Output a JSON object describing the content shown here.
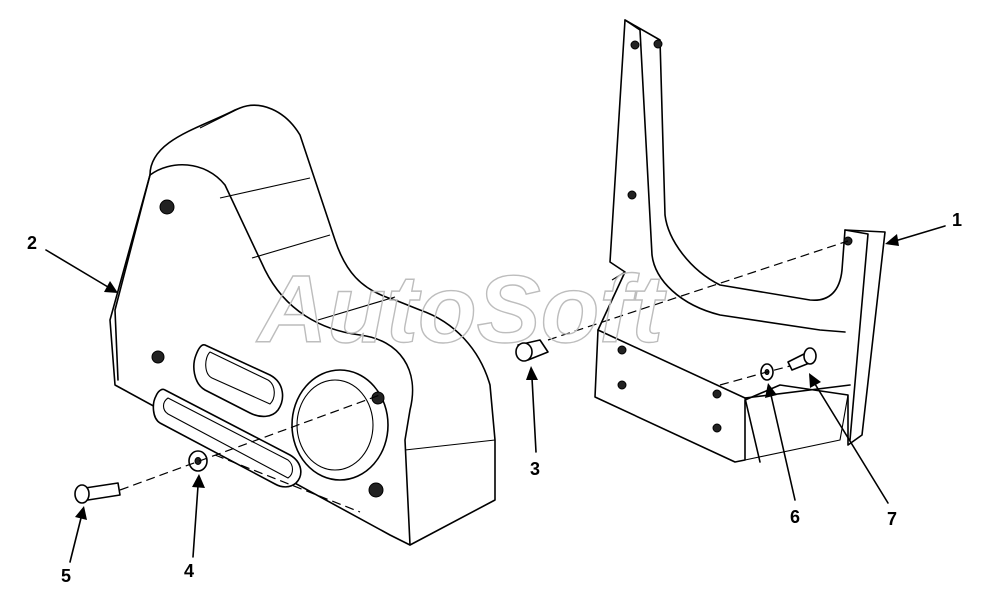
{
  "watermark": "AutoSoft",
  "callouts": [
    {
      "id": "1",
      "label": "1"
    },
    {
      "id": "2",
      "label": "2"
    },
    {
      "id": "3",
      "label": "3"
    },
    {
      "id": "4",
      "label": "4"
    },
    {
      "id": "5",
      "label": "5"
    },
    {
      "id": "6",
      "label": "6"
    },
    {
      "id": "7",
      "label": "7"
    }
  ]
}
